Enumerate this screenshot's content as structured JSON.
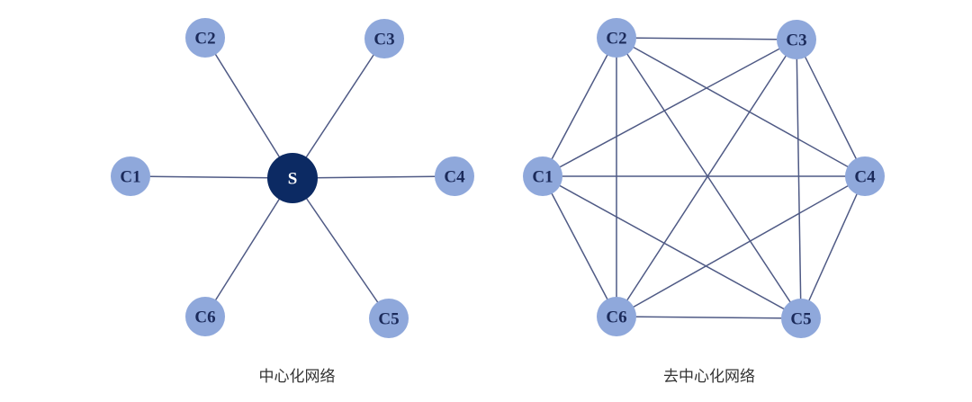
{
  "colors": {
    "node_fill": "#8fa8db",
    "center_fill": "#0c2a63",
    "edge": "#4f5a85",
    "node_text": "#1b2a5a",
    "center_text": "#ffffff"
  },
  "left": {
    "caption": "中心化网络",
    "center": "S",
    "nodes": [
      "C1",
      "C2",
      "C3",
      "C4",
      "C5",
      "C6"
    ]
  },
  "right": {
    "caption": "去中心化网络",
    "nodes": [
      "C1",
      "C2",
      "C3",
      "C4",
      "C5",
      "C6"
    ]
  }
}
